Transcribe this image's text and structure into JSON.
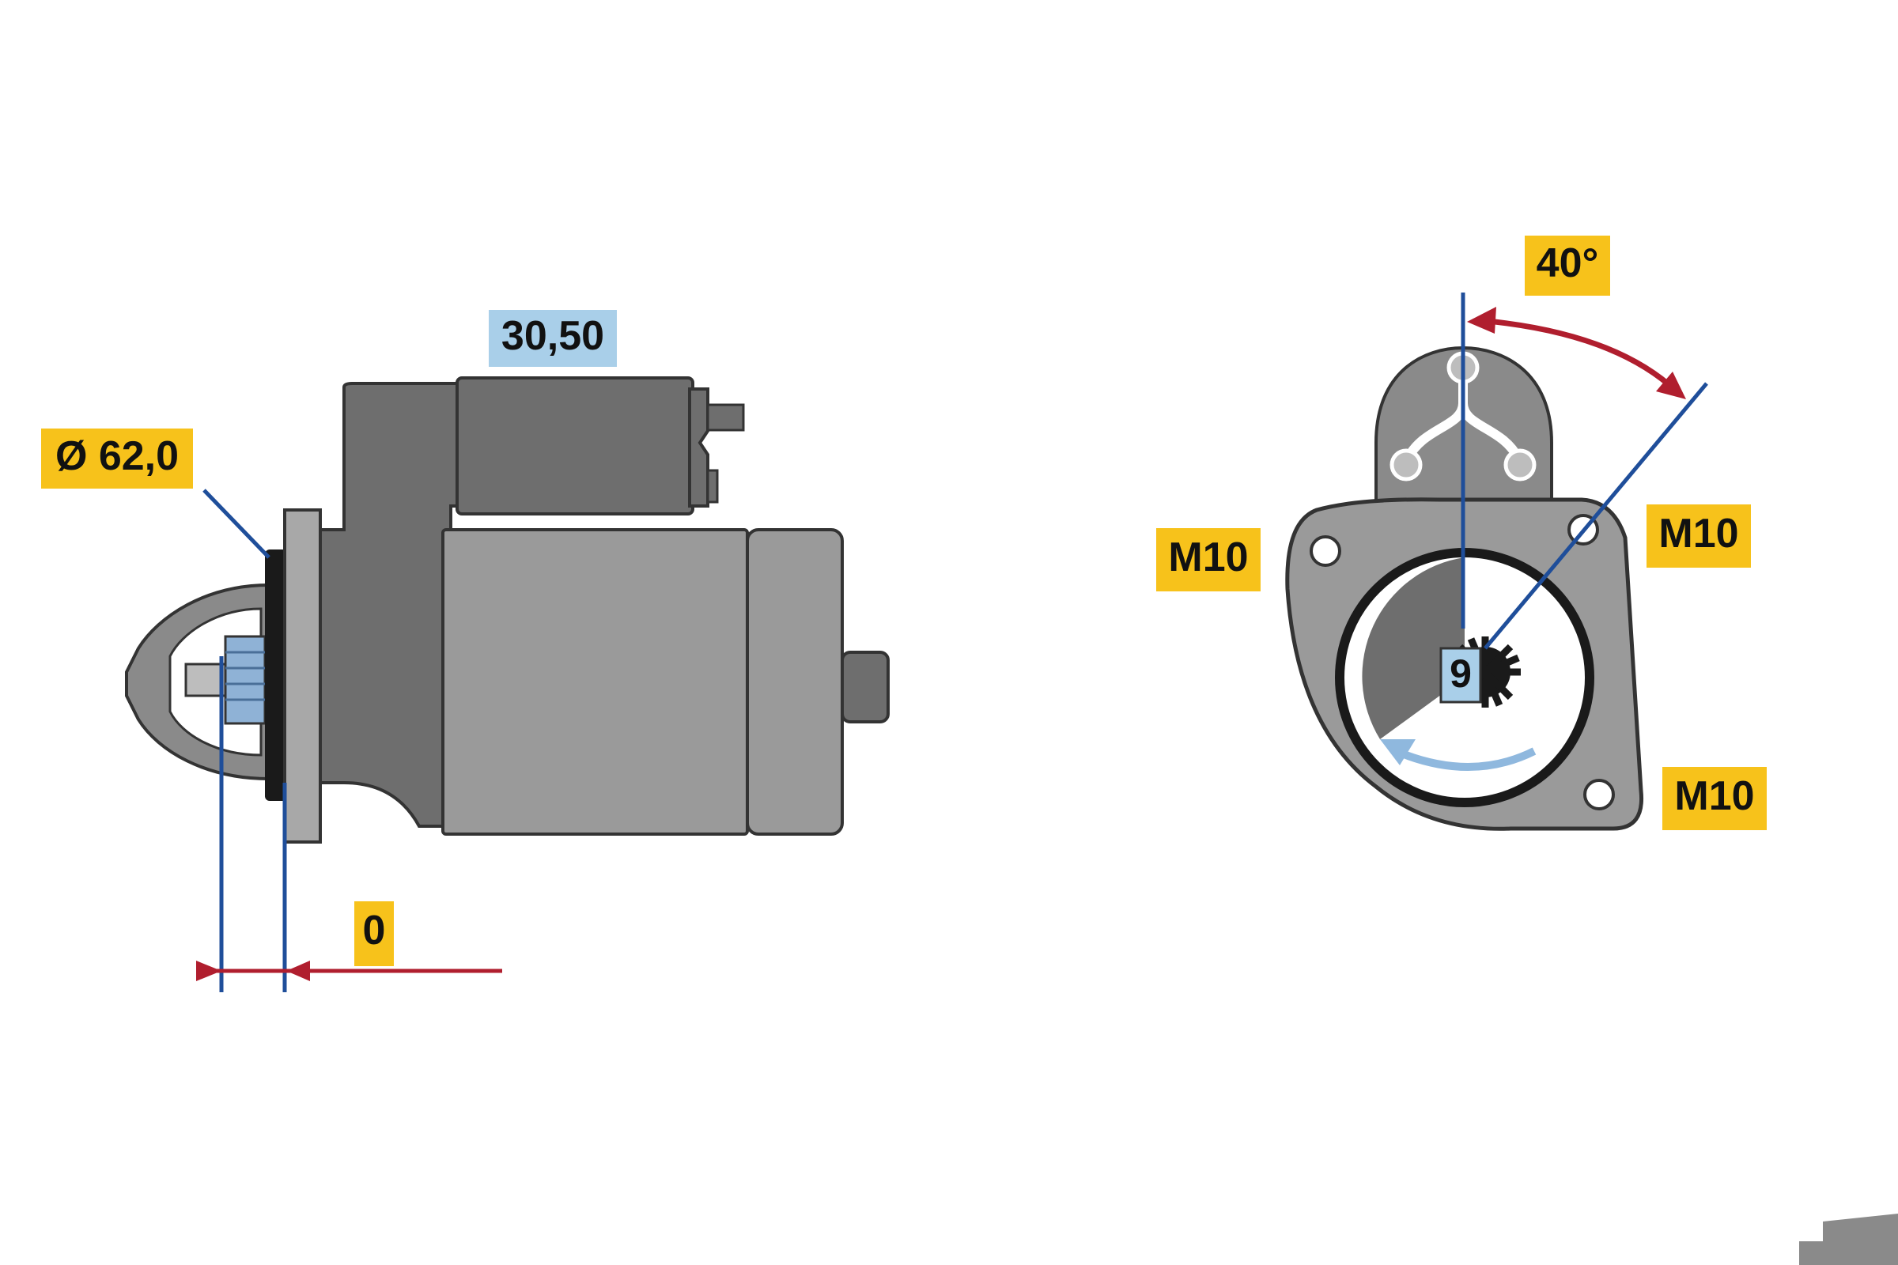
{
  "labels": {
    "diameter": "Ø 62,0",
    "clearance": "30,50",
    "offset": "0",
    "angle": "40°",
    "bolt_left": "M10",
    "bolt_right_top": "M10",
    "bolt_right_bottom": "M10",
    "teeth": "9"
  },
  "colors": {
    "yellow_label": "#f7c21b",
    "blue_label": "#a9cfe9",
    "body_gray": "#9a9a9a",
    "dark_gray": "#666666",
    "outline": "#333333",
    "dimension_blue": "#1f4e9a",
    "dimension_red": "#b01e2e",
    "arrow_light_blue": "#8fb8de"
  }
}
